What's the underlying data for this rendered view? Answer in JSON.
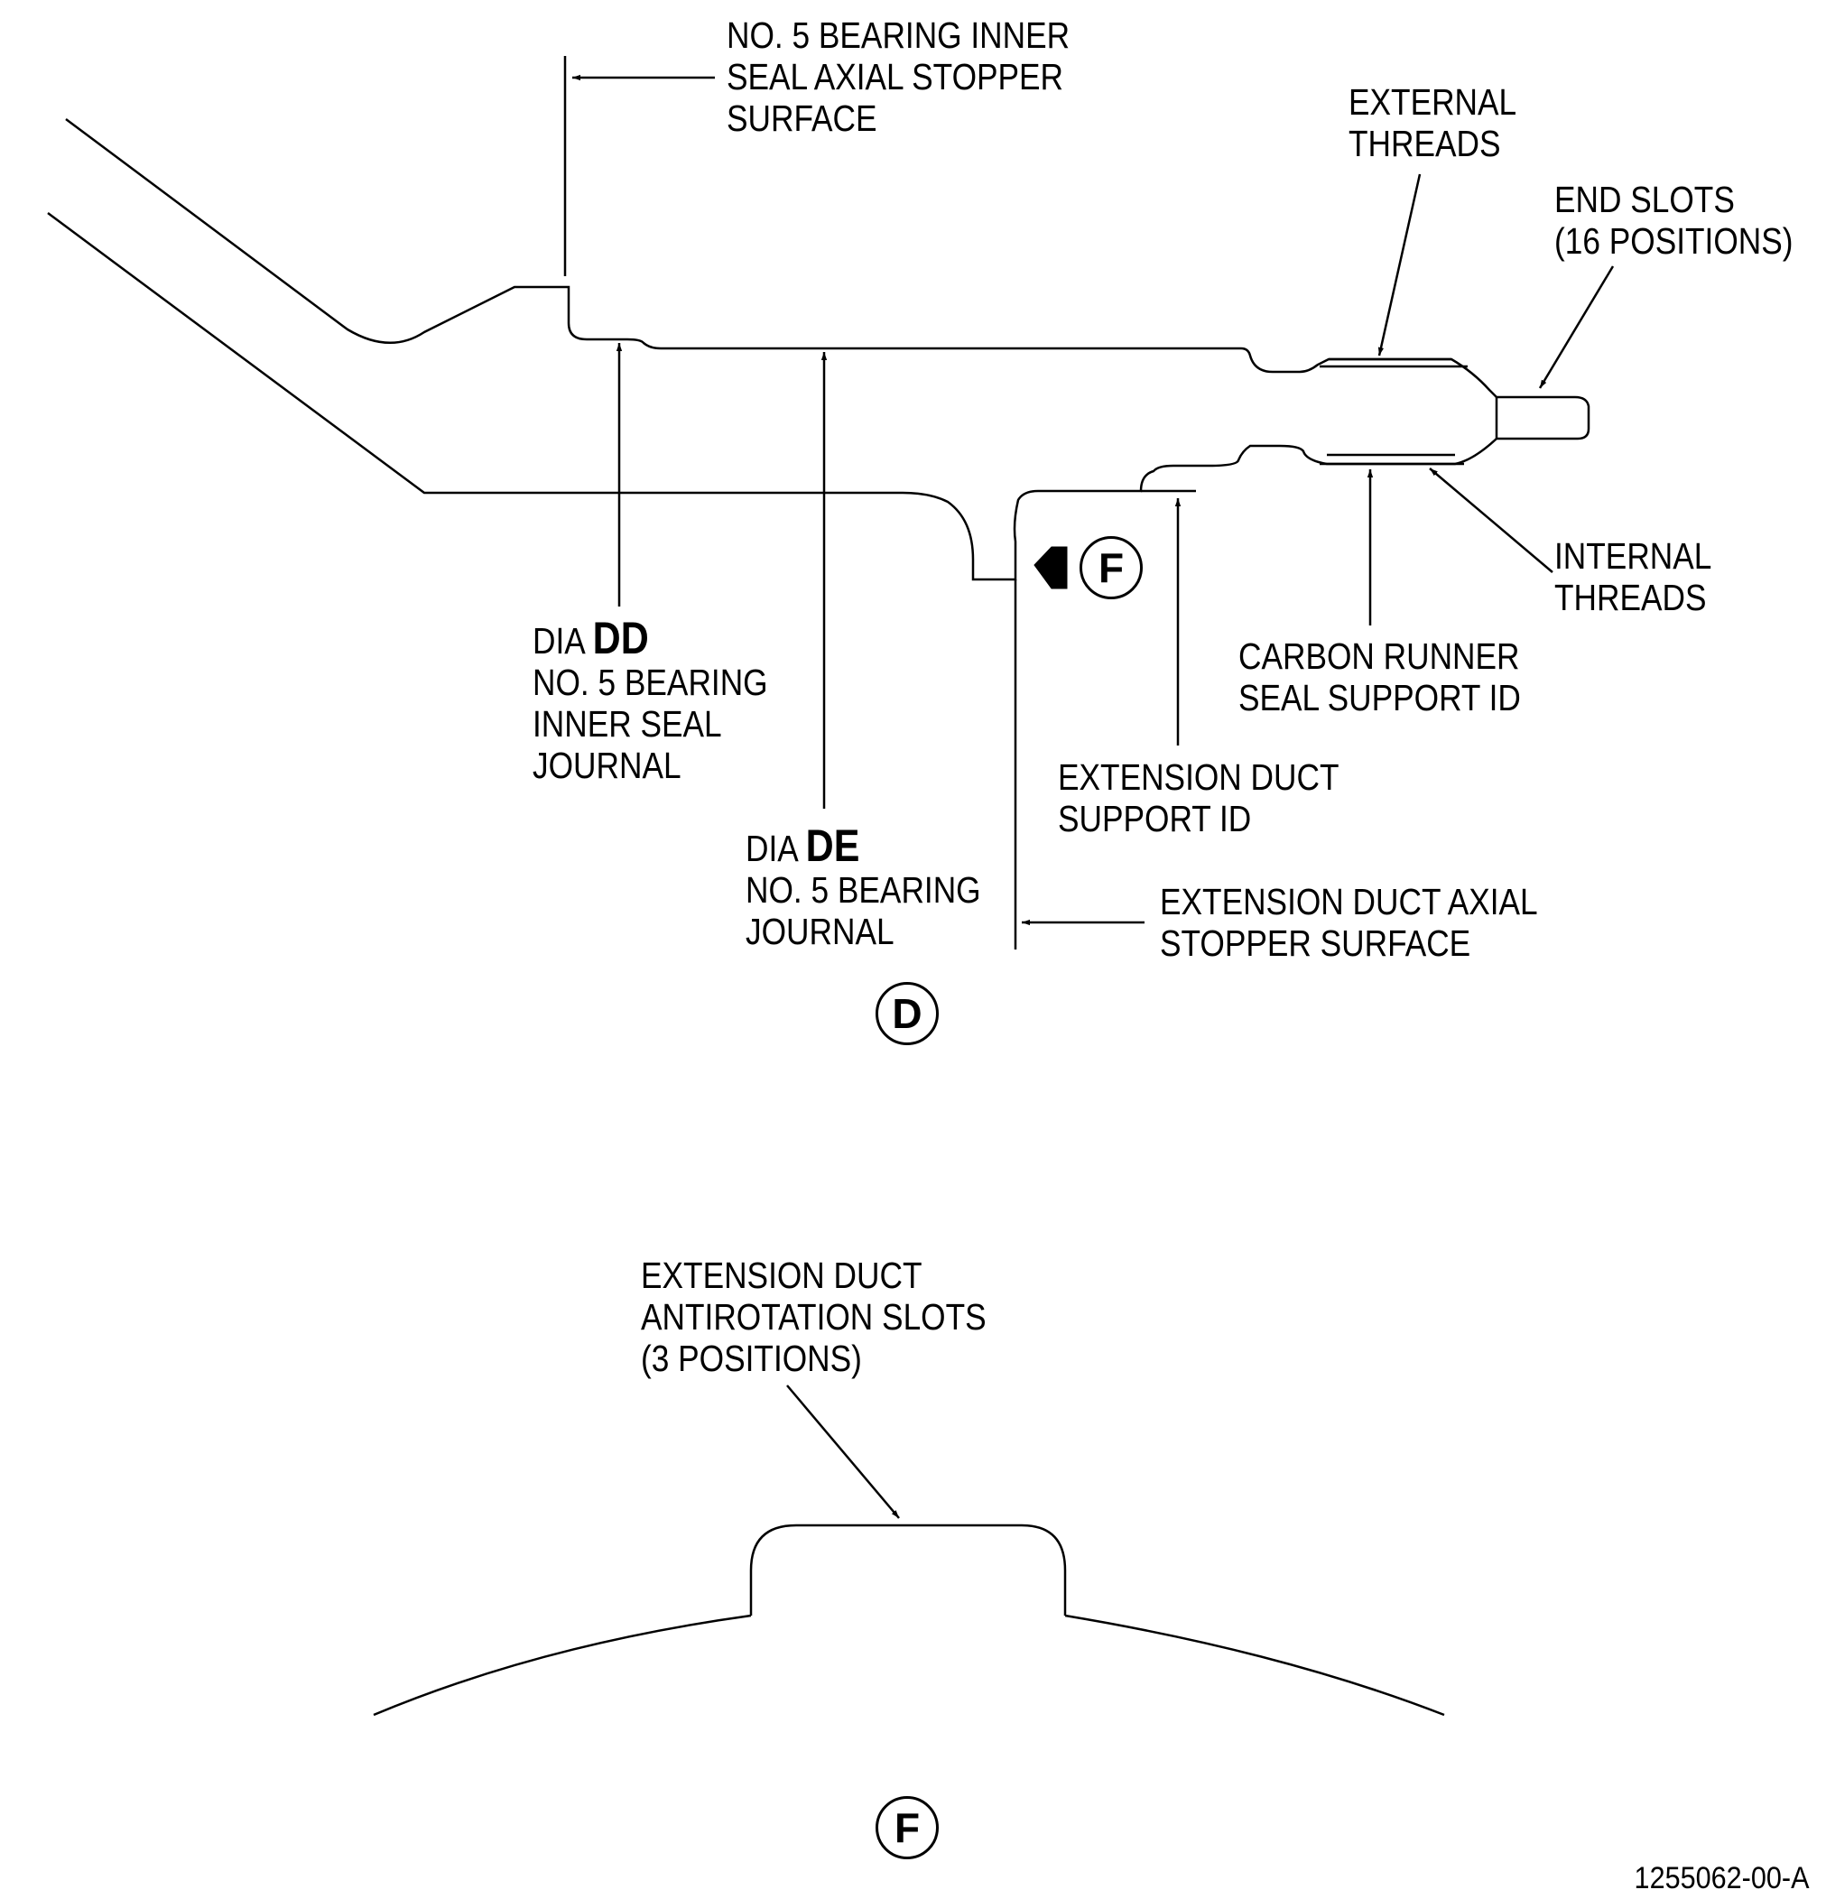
{
  "labels": {
    "inner_seal_stopper": [
      "NO. 5 BEARING INNER",
      "SEAL AXIAL STOPPER",
      "SURFACE"
    ],
    "external_threads": [
      "EXTERNAL",
      "THREADS"
    ],
    "end_slots": [
      "END SLOTS",
      "(16 POSITIONS)"
    ],
    "internal_threads": [
      "INTERNAL",
      "THREADS"
    ],
    "carbon_runner": [
      "CARBON RUNNER",
      "SEAL SUPPORT ID"
    ],
    "extension_duct_support": [
      "EXTENSION DUCT",
      "SUPPORT ID"
    ],
    "extension_duct_stopper": [
      "EXTENSION DUCT AXIAL",
      "STOPPER SURFACE"
    ],
    "antirotation_slots": [
      "EXTENSION DUCT",
      "ANTIROTATION SLOTS",
      "(3 POSITIONS)"
    ]
  },
  "dia_dd": {
    "prefix": "DIA",
    "code": "DD",
    "lines": [
      "NO. 5 BEARING",
      "INNER SEAL",
      "JOURNAL"
    ]
  },
  "dia_de": {
    "prefix": "DIA",
    "code": "DE",
    "lines": [
      "NO. 5 BEARING",
      "JOURNAL"
    ]
  },
  "view_markers": {
    "view_f_arrow": "F",
    "view_d": "D",
    "view_f": "F"
  },
  "figure_number": "1255062-00-A"
}
